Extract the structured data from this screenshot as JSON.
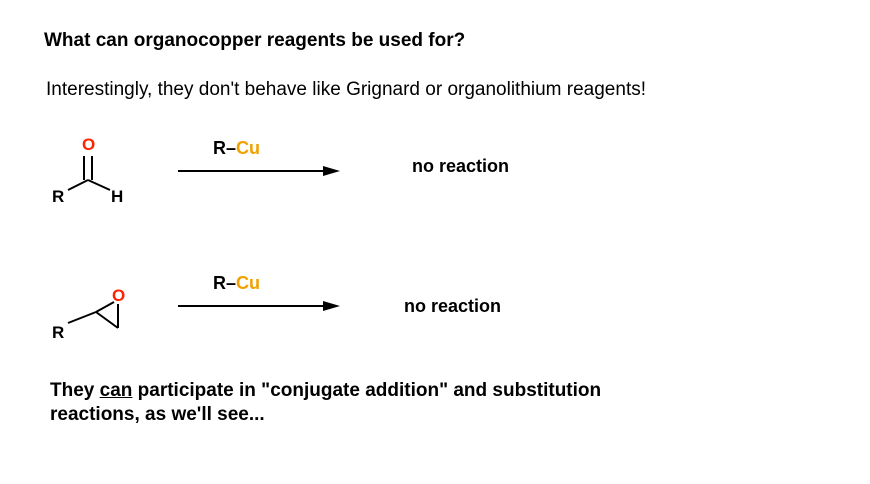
{
  "title": "What can organocopper reagents be used for?",
  "subtitle": "Interestingly, they don't behave like Grignard or organolithium reagents!",
  "reactions": [
    {
      "substrate": "aldehyde",
      "atoms": {
        "o": "O",
        "r": "R",
        "h": "H"
      },
      "reagent_r": "R–",
      "reagent_cu": "Cu",
      "result": "no reaction"
    },
    {
      "substrate": "epoxide",
      "atoms": {
        "o": "O",
        "r": "R"
      },
      "reagent_r": "R–",
      "reagent_cu": "Cu",
      "result": "no reaction"
    }
  ],
  "footer": {
    "part1": "They ",
    "underlined": "can",
    "part2": " participate in \"conjugate addition\" and substitution",
    "line2": "reactions, as we'll see..."
  },
  "colors": {
    "oxygen": "#ff2200",
    "copper": "#f0a000"
  }
}
